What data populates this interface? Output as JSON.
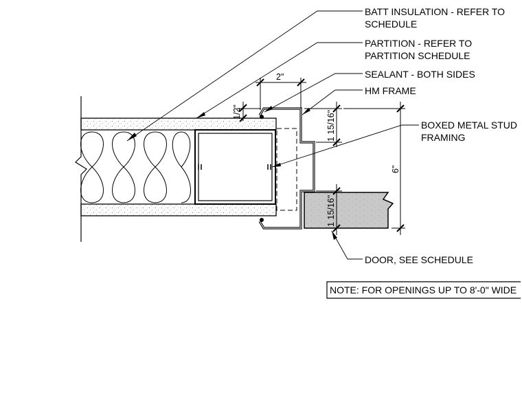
{
  "callouts": {
    "batt_insulation": [
      "BATT INSULATION - REFER TO",
      "SCHEDULE"
    ],
    "partition": [
      "PARTITION - REFER TO",
      "PARTITION SCHEDULE"
    ],
    "sealant": [
      "SEALANT - BOTH SIDES"
    ],
    "hm_frame": [
      "HM FRAME"
    ],
    "boxed_stud": [
      "BOXED METAL STUD",
      "FRAMING"
    ],
    "door": [
      "DOOR, SEE SCHEDULE"
    ]
  },
  "dimensions": {
    "width_top": "2\"",
    "reveal": "1/2\"",
    "stop_upper": "1 15/16\"",
    "stop_lower": "1 15/16\"",
    "overall": "6\""
  },
  "note": "NOTE: FOR OPENINGS UP TO 8'-0\" WIDE",
  "colors": {
    "line": "#000000",
    "door_fill": "#c8c8c8",
    "stipple": "#555555"
  }
}
